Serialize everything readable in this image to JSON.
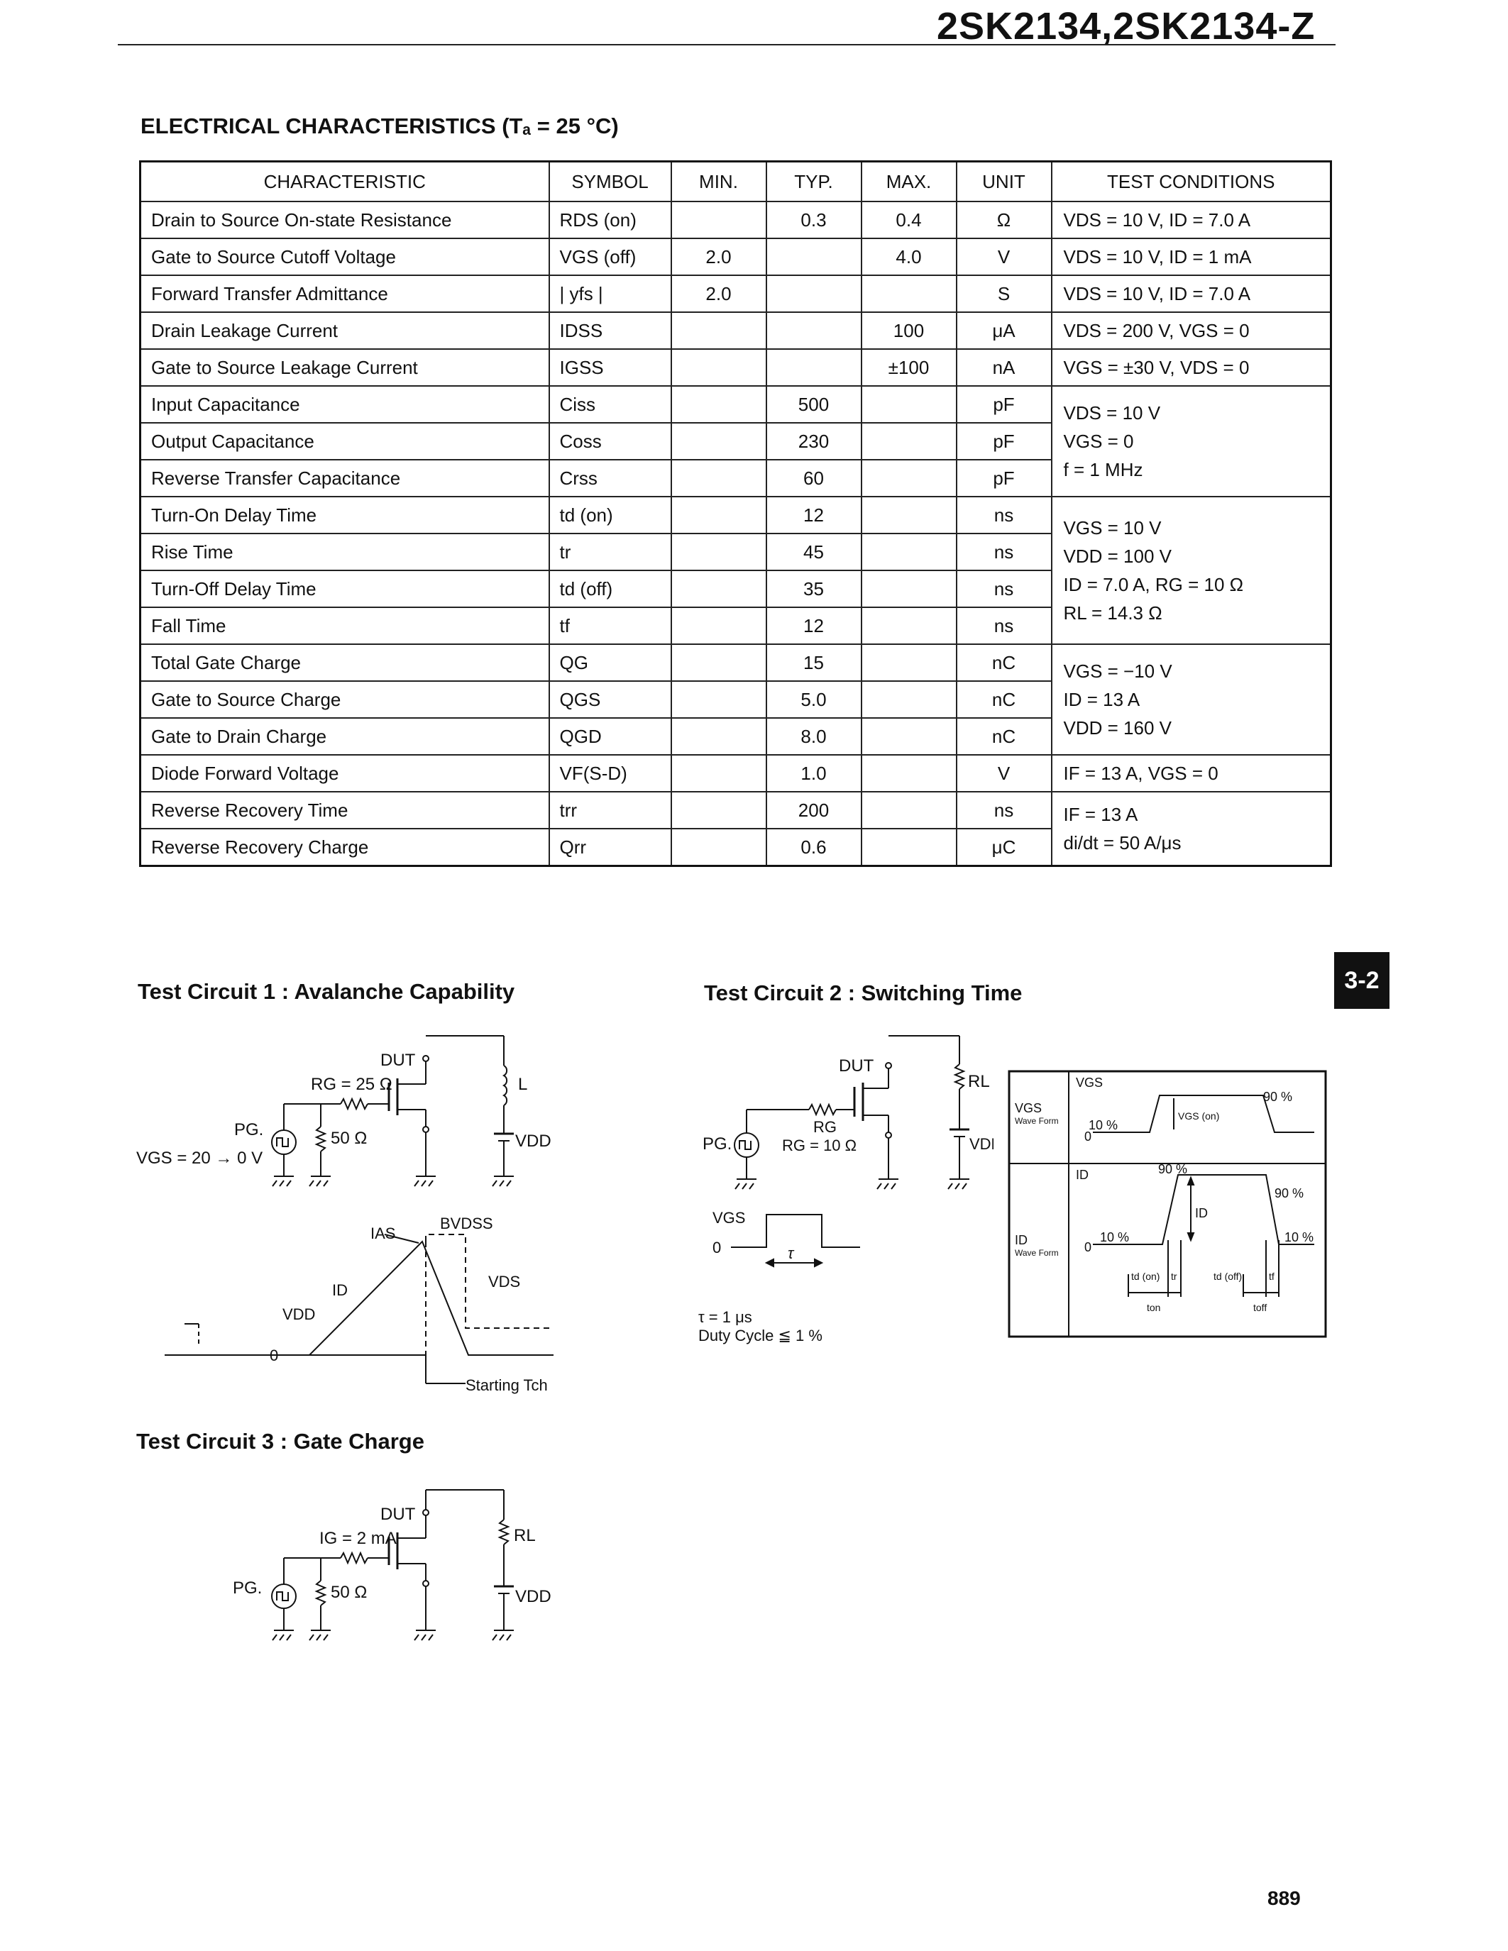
{
  "header": {
    "part_number": "2SK2134,2SK2134-Z"
  },
  "section": {
    "title": "ELECTRICAL CHARACTERISTICS (Tₐ = 25 °C)"
  },
  "table": {
    "columns": [
      "CHARACTERISTIC",
      "SYMBOL",
      "MIN.",
      "TYP.",
      "MAX.",
      "UNIT",
      "TEST CONDITIONS"
    ],
    "rows": [
      {
        "characteristic": "Drain to Source On-state Resistance",
        "symbol": "RDS (on)",
        "min": "",
        "typ": "0.3",
        "max": "0.4",
        "unit": "Ω"
      },
      {
        "characteristic": "Gate to Source Cutoff Voltage",
        "symbol": "VGS (off)",
        "min": "2.0",
        "typ": "",
        "max": "4.0",
        "unit": "V"
      },
      {
        "characteristic": "Forward Transfer Admittance",
        "symbol": "| yfs |",
        "min": "2.0",
        "typ": "",
        "max": "",
        "unit": "S"
      },
      {
        "characteristic": "Drain Leakage Current",
        "symbol": "IDSS",
        "min": "",
        "typ": "",
        "max": "100",
        "unit": "μA"
      },
      {
        "characteristic": "Gate to Source Leakage Current",
        "symbol": "IGSS",
        "min": "",
        "typ": "",
        "max": "±100",
        "unit": "nA"
      },
      {
        "characteristic": "Input Capacitance",
        "symbol": "Ciss",
        "min": "",
        "typ": "500",
        "max": "",
        "unit": "pF"
      },
      {
        "characteristic": "Output Capacitance",
        "symbol": "Coss",
        "min": "",
        "typ": "230",
        "max": "",
        "unit": "pF"
      },
      {
        "characteristic": "Reverse Transfer Capacitance",
        "symbol": "Crss",
        "min": "",
        "typ": "60",
        "max": "",
        "unit": "pF"
      },
      {
        "characteristic": "Turn-On Delay Time",
        "symbol": "td (on)",
        "min": "",
        "typ": "12",
        "max": "",
        "unit": "ns"
      },
      {
        "characteristic": "Rise Time",
        "symbol": "tr",
        "min": "",
        "typ": "45",
        "max": "",
        "unit": "ns"
      },
      {
        "characteristic": "Turn-Off Delay Time",
        "symbol": "td (off)",
        "min": "",
        "typ": "35",
        "max": "",
        "unit": "ns"
      },
      {
        "characteristic": "Fall Time",
        "symbol": "tf",
        "min": "",
        "typ": "12",
        "max": "",
        "unit": "ns"
      },
      {
        "characteristic": "Total Gate Charge",
        "symbol": "QG",
        "min": "",
        "typ": "15",
        "max": "",
        "unit": "nC"
      },
      {
        "characteristic": "Gate to Source Charge",
        "symbol": "QGS",
        "min": "",
        "typ": "5.0",
        "max": "",
        "unit": "nC"
      },
      {
        "characteristic": "Gate to Drain Charge",
        "symbol": "QGD",
        "min": "",
        "typ": "8.0",
        "max": "",
        "unit": "nC"
      },
      {
        "characteristic": "Diode Forward Voltage",
        "symbol": "VF(S-D)",
        "min": "",
        "typ": "1.0",
        "max": "",
        "unit": "V"
      },
      {
        "characteristic": "Reverse Recovery Time",
        "symbol": "trr",
        "min": "",
        "typ": "200",
        "max": "",
        "unit": "ns"
      },
      {
        "characteristic": "Reverse Recovery Charge",
        "symbol": "Qrr",
        "min": "",
        "typ": "0.6",
        "max": "",
        "unit": "μC"
      }
    ],
    "conditions": [
      {
        "rows": 1,
        "lines": [
          "VDS = 10 V, ID = 7.0 A"
        ]
      },
      {
        "rows": 1,
        "lines": [
          "VDS = 10 V, ID = 1 mA"
        ]
      },
      {
        "rows": 1,
        "lines": [
          "VDS = 10 V, ID = 7.0 A"
        ]
      },
      {
        "rows": 1,
        "lines": [
          "VDS = 200 V, VGS = 0"
        ]
      },
      {
        "rows": 1,
        "lines": [
          "VGS = ±30 V, VDS = 0"
        ]
      },
      {
        "rows": 3,
        "lines": [
          "VDS = 10 V",
          "VGS = 0",
          "f = 1 MHz"
        ]
      },
      {
        "rows": 4,
        "lines": [
          "VGS = 10 V",
          "VDD = 100 V",
          "ID = 7.0 A, RG = 10 Ω",
          "RL = 14.3 Ω"
        ]
      },
      {
        "rows": 3,
        "lines": [
          "VGS = −10 V",
          "ID = 13 A",
          "VDD = 160 V"
        ]
      },
      {
        "rows": 1,
        "lines": [
          "IF = 13 A, VGS = 0"
        ]
      },
      {
        "rows": 2,
        "lines": [
          "IF = 13 A",
          "di/dt = 50 A/μs"
        ]
      }
    ]
  },
  "section_tab": "3-2",
  "test_circuits": {
    "tc1": {
      "title": "Test Circuit 1 : Avalanche Capability",
      "dut": "DUT",
      "rg": "RG = 25 Ω",
      "l": "L",
      "pg": "PG.",
      "r50": "50 Ω",
      "vgs": "VGS = 20 → 0 V",
      "vdd": "VDD",
      "bvdss": "BVDSS",
      "ias": "IAS",
      "id": "ID",
      "vds": "VDS",
      "vdd2": "VDD",
      "zero": "0",
      "starting": "Starting Tch"
    },
    "tc2": {
      "title": "Test Circuit 2 : Switching Time",
      "dut": "DUT",
      "rl": "RL",
      "rg": "RG",
      "rg_val": "RG = 10 Ω",
      "pg": "PG.",
      "vdd": "VDD",
      "vgs": "VGS",
      "zero": "0",
      "tau": "τ",
      "tau_val": "τ = 1 μs",
      "duty": "Duty Cycle ≦ 1 %",
      "wave": {
        "vgs": "VGS",
        "vgs_form1": "VGS",
        "vgs_form2": "Wave Form",
        "p10a": "10 %",
        "vgs_on": "VGS (on)",
        "p90a": "90 %",
        "zero_a": "0",
        "id": "ID",
        "id_form1": "ID",
        "id_form2": "Wave Form",
        "p90b": "90 %",
        "p90c": "90 %",
        "id_mid": "ID",
        "p10b": "10 %",
        "p10c": "10 %",
        "zero_b": "0",
        "td_on": "td (on)",
        "tr": "tr",
        "td_off": "td (off)",
        "tf": "tf",
        "ton": "ton",
        "toff": "toff"
      }
    },
    "tc3": {
      "title": "Test Circuit 3 : Gate Charge",
      "dut": "DUT",
      "ig": "IG = 2 mA",
      "rl": "RL",
      "pg": "PG.",
      "r50": "50 Ω",
      "vdd": "VDD"
    }
  },
  "page_number": "889"
}
